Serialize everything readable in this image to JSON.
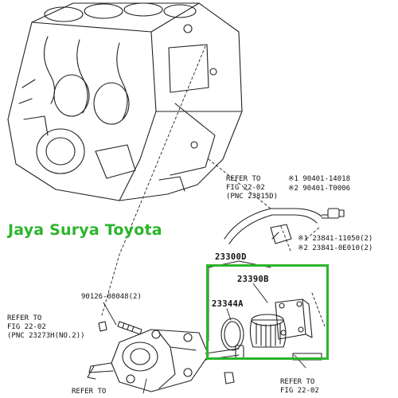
{
  "watermark": {
    "text": "Jaya Surya Toyota",
    "color": "#2bb52b"
  },
  "highlight_color": "#2bb52b",
  "labels": {
    "refer_top": {
      "line1": "REFER TO",
      "line2": "FIG 22-02",
      "line3": "(PNC 23815D)"
    },
    "bolt_1": "※1 90401-14018",
    "bolt_2": "※2 90401-T0006",
    "bracket_1": "※1 23841-11050(2)",
    "bracket_2": "※2 23841-0E010(2)",
    "assembly": "23300D",
    "filter": "23390B",
    "gasket": "23344A",
    "stud": "90126-08048(2)",
    "refer_left": {
      "line1": "REFER TO",
      "line2": "FIG 22-02",
      "line3": "(PNC 23273H(NO.2))"
    },
    "refer_bottom_left": {
      "line1": "REFER TO"
    },
    "refer_bottom_right": {
      "line1": "REFER TO",
      "line2": "FIG 22-02"
    }
  }
}
